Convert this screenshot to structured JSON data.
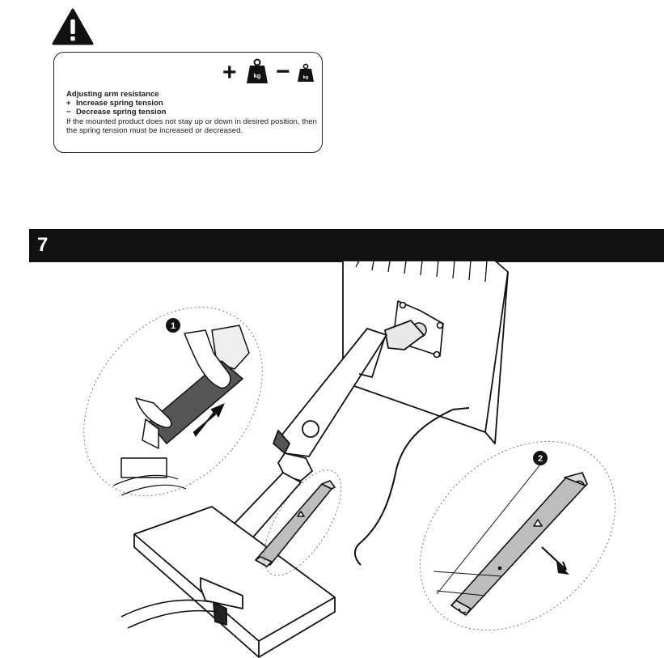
{
  "warning": {
    "icon": "warning-triangle-icon"
  },
  "note": {
    "weights": [
      {
        "sign": "+",
        "icon": "weight-large-icon",
        "label": "kg"
      },
      {
        "sign": "−",
        "icon": "weight-small-icon",
        "label": "kg"
      }
    ],
    "title": "Adjusting arm resistance",
    "increase_sign": "+",
    "increase_label": "Increase spring tension",
    "decrease_sign": "−",
    "decrease_label": "Decrease spring tension",
    "body": "If the mounted product does not stay up or down in desired position, then the spring tension must be increased or decreased."
  },
  "step": {
    "number": "7"
  },
  "illustration": {
    "callouts": [
      "1",
      "2"
    ],
    "icons": [
      "monitor-icon",
      "monitor-arm-icon",
      "desk-clamp-icon",
      "cable-cover-icon",
      "hand-icon",
      "arrow-icon"
    ]
  }
}
